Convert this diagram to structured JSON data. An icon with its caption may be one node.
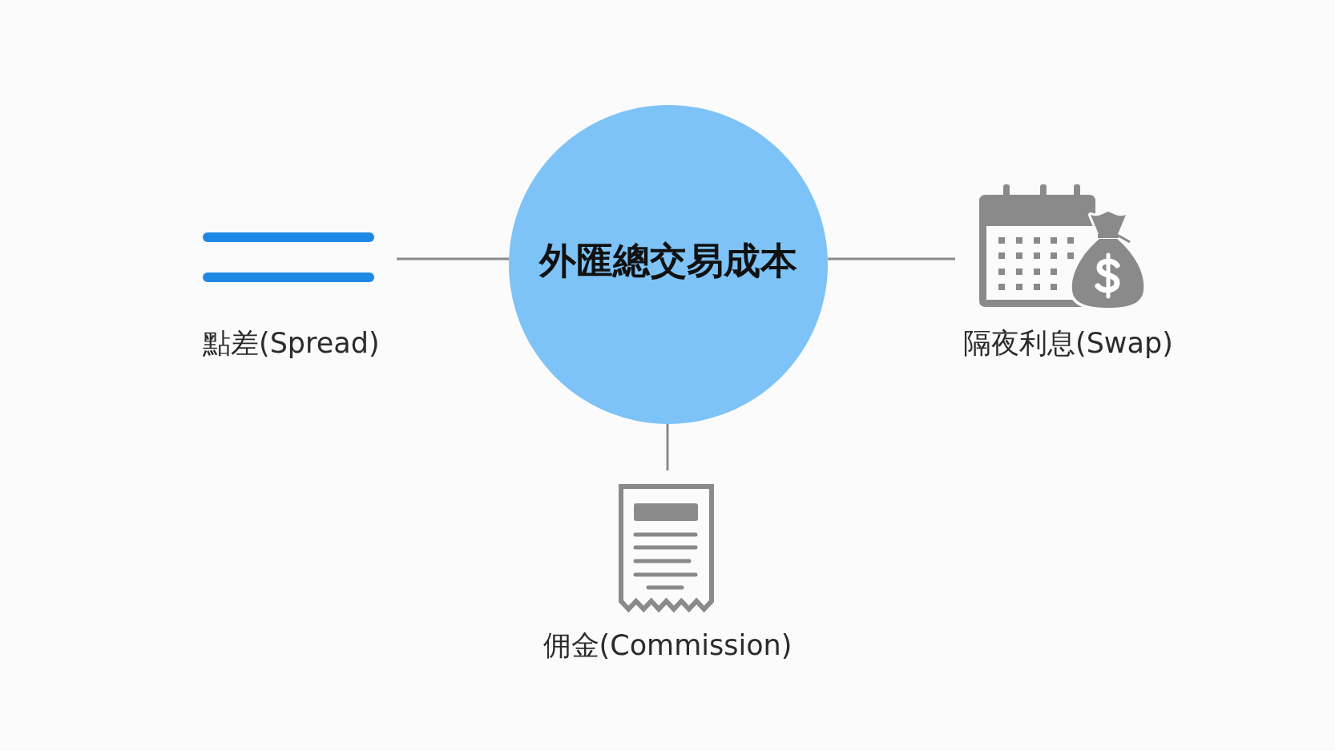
{
  "diagram": {
    "nodes": [
      {
        "text": [
          "外匯總交易成本"
        ]
      },
      {
        "text": [
          "點差(Spread)"
        ]
      },
      {
        "text": [
          "隔夜利息(Swap)"
        ]
      },
      {
        "text": [
          "佣金(Commission)"
        ]
      }
    ],
    "edges": [
      {
        "from": 0,
        "to": 1,
        "arrow": "none"
      },
      {
        "from": 0,
        "to": 2,
        "arrow": "none"
      },
      {
        "from": 0,
        "to": 3,
        "arrow": "none"
      }
    ]
  }
}
